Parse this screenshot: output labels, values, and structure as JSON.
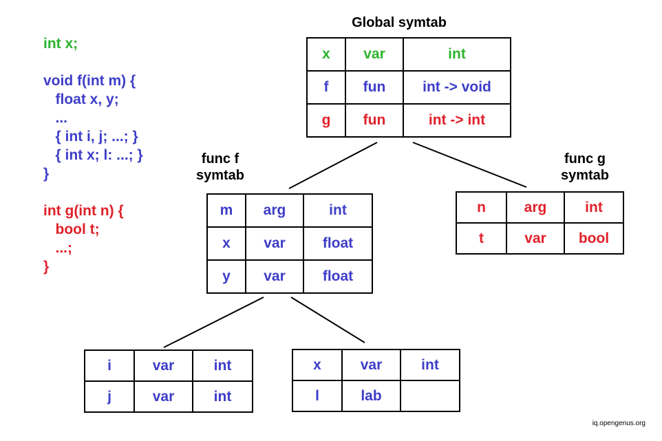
{
  "colors": {
    "green": "#2db32d",
    "blue": "#3d3dc8",
    "red": "#e0202a",
    "black": "#000000"
  },
  "code": [
    {
      "text": "int x;",
      "color": "green"
    },
    {
      "text": "",
      "color": "green"
    },
    {
      "text": "void f(int m) {",
      "color": "blue"
    },
    {
      "text": "   float x, y;",
      "color": "blue"
    },
    {
      "text": "   ...",
      "color": "blue"
    },
    {
      "text": "   { int i, j; ...; }",
      "color": "blue"
    },
    {
      "text": "   { int x; l: ...; }",
      "color": "blue"
    },
    {
      "text": "}",
      "color": "blue"
    },
    {
      "text": "",
      "color": "blue"
    },
    {
      "text": "int g(int n) {",
      "color": "red"
    },
    {
      "text": "   bool t;",
      "color": "red"
    },
    {
      "text": "   ...;",
      "color": "red"
    },
    {
      "text": "}",
      "color": "red"
    }
  ],
  "labels": {
    "global": "Global symtab",
    "func_f_1": "func f",
    "func_f_2": "symtab",
    "func_g_1": "func g",
    "func_g_2": "symtab"
  },
  "tables": {
    "global": [
      {
        "cells": [
          "x",
          "var",
          "int"
        ],
        "color": "green"
      },
      {
        "cells": [
          "f",
          "fun",
          "int -> void"
        ],
        "color": "blue"
      },
      {
        "cells": [
          "g",
          "fun",
          "int -> int"
        ],
        "color": "red"
      }
    ],
    "func_f": [
      {
        "cells": [
          "m",
          "arg",
          "int"
        ],
        "color": "blue"
      },
      {
        "cells": [
          "x",
          "var",
          "float"
        ],
        "color": "blue"
      },
      {
        "cells": [
          "y",
          "var",
          "float"
        ],
        "color": "blue"
      }
    ],
    "func_g": [
      {
        "cells": [
          "n",
          "arg",
          "int"
        ],
        "color": "red"
      },
      {
        "cells": [
          "t",
          "var",
          "bool"
        ],
        "color": "red"
      }
    ],
    "block1": [
      {
        "cells": [
          "i",
          "var",
          "int"
        ],
        "color": "blue"
      },
      {
        "cells": [
          "j",
          "var",
          "int"
        ],
        "color": "blue"
      }
    ],
    "block2": [
      {
        "cells": [
          "x",
          "var",
          "int"
        ],
        "color": "blue"
      },
      {
        "cells": [
          "l",
          "lab",
          ""
        ],
        "color": "blue"
      }
    ]
  },
  "watermark": "iq.opengenus.org"
}
